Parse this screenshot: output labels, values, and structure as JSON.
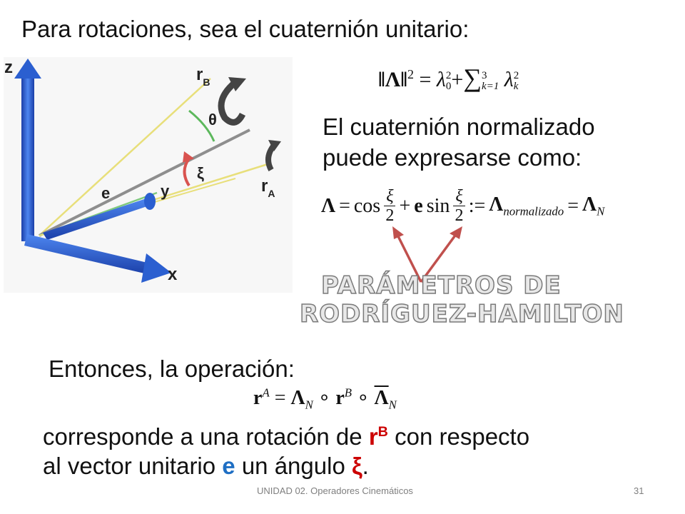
{
  "title": "Para rotaciones, sea el cuaternión unitario:",
  "diagram": {
    "z": "z",
    "x": "x",
    "y": "y",
    "e": "e",
    "theta": "θ",
    "xi": "ξ",
    "rB": "r",
    "rB_sub": "B",
    "rA": "r",
    "rA_sub": "A"
  },
  "norm_formula": {
    "lhs": "‖Λ‖",
    "lhs_sup": "2",
    "eq": "=",
    "lambda0": "λ",
    "lambda0_sup": "2",
    "lambda0_sub": "0",
    "plus": "+",
    "sum": "∑",
    "sum_sup": "3",
    "sum_sub": "k=1",
    "lambdak": "λ",
    "lambdak_sup": "2",
    "lambdak_sub": "k"
  },
  "normalized_text": {
    "line1": "El cuaternión normalizado",
    "line2": "puede expresarse como:"
  },
  "normalized_formula": {
    "lambda": "Λ",
    "eq": "=",
    "cos": "cos",
    "frac_num": "ξ",
    "frac_den": "2",
    "plus": "+",
    "e": "e",
    "sin": "sin",
    "defeq": ":=",
    "lambda_norm": "Λ",
    "norm_sub": "normalizado",
    "eq2": "=",
    "lambda_N": "Λ",
    "N_sub": "N"
  },
  "watermark": {
    "line1": "PARÁMETROS DE",
    "line2": "RODRÍGUEZ-HAMILTON"
  },
  "operation_label": "Entonces, la operación:",
  "operation_formula": {
    "r": "r",
    "r_sup": "A",
    "eq": "=",
    "lambda": "Λ",
    "lambda_sub": "N",
    "circ": "∘",
    "r2": "r",
    "r2_sup": "B",
    "circ2": "∘",
    "lambda_bar": "Λ",
    "lambda_bar_sub": "N"
  },
  "conclusion": {
    "part1": "corresponde a una rotación de ",
    "rb": "r",
    "rb_sup": "B",
    "part2": " con respecto",
    "part3": "al vector unitario ",
    "e": "e",
    "part4": " un ángulo ",
    "xi": "ξ",
    "part5": "."
  },
  "footer": {
    "text": "UNIDAD 02. Operadores Cinemáticos",
    "page": "31"
  },
  "colors": {
    "accent_red": "#cc0000",
    "accent_blue": "#1f6fc4",
    "axis_blue": "#2b5fd0",
    "arrow_red": "#c0504d"
  }
}
